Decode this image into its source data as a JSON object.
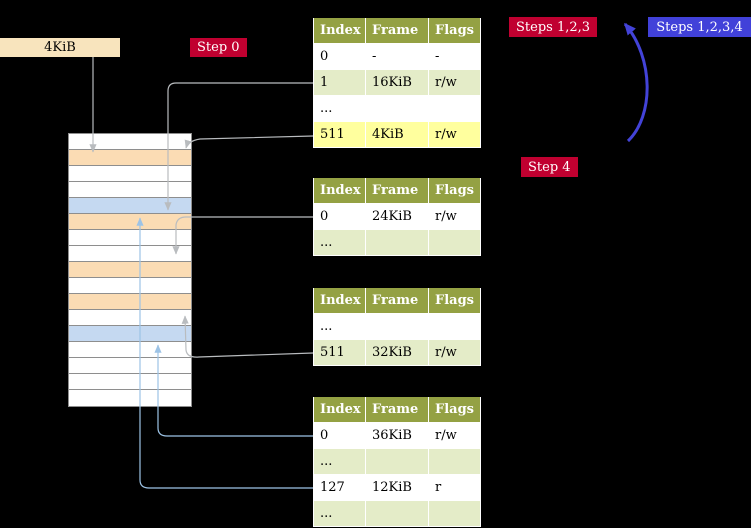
{
  "labels": {
    "frame_size": "4KiB",
    "step0": "Step 0",
    "steps123": "Steps 1,2,3",
    "steps1234": "Steps 1,2,3,4",
    "step4": "Step 4"
  },
  "colors": {
    "background": "#000000",
    "badge_crimson": "#c00030",
    "badge_blue": "#4141d9",
    "table_header_bg": "#94a143",
    "row_white": "#ffffff",
    "row_green": "#e4ecc8",
    "row_yellow": "#ffff9e",
    "memory_free": "#ffffff",
    "memory_page_table": "#fbdcb4",
    "memory_mapped_page": "#c5d9f1",
    "arrow_gray": "#b9bcbf",
    "arrow_lightblue": "#9dc3e6",
    "arrow_indigo": "#4343d8",
    "frame_label_bg": "#f8e4bd"
  },
  "tables": [
    {
      "name": "page-table-top",
      "headers": [
        "Index",
        "Frame",
        "Flags"
      ],
      "rows": [
        {
          "cells": [
            "0",
            "-",
            "-"
          ],
          "bg": "white"
        },
        {
          "cells": [
            "1",
            "16KiB",
            "r/w"
          ],
          "bg": "green"
        },
        {
          "cells": [
            "...",
            "",
            ""
          ],
          "bg": "white"
        },
        {
          "cells": [
            "511",
            "4KiB",
            "r/w"
          ],
          "bg": "yellow"
        }
      ]
    },
    {
      "name": "page-table-second",
      "headers": [
        "Index",
        "Frame",
        "Flags"
      ],
      "rows": [
        {
          "cells": [
            "0",
            "24KiB",
            "r/w"
          ],
          "bg": "white"
        },
        {
          "cells": [
            "...",
            "",
            ""
          ],
          "bg": "green"
        }
      ]
    },
    {
      "name": "page-table-third",
      "headers": [
        "Index",
        "Frame",
        "Flags"
      ],
      "rows": [
        {
          "cells": [
            "...",
            "",
            ""
          ],
          "bg": "white"
        },
        {
          "cells": [
            "511",
            "32KiB",
            "r/w"
          ],
          "bg": "green"
        }
      ]
    },
    {
      "name": "page-table-fourth",
      "headers": [
        "Index",
        "Frame",
        "Flags"
      ],
      "rows": [
        {
          "cells": [
            "0",
            "36KiB",
            "r/w"
          ],
          "bg": "white"
        },
        {
          "cells": [
            "...",
            "",
            ""
          ],
          "bg": "green"
        },
        {
          "cells": [
            "127",
            "12KiB",
            "r"
          ],
          "bg": "white"
        },
        {
          "cells": [
            "...",
            "",
            ""
          ],
          "bg": "green"
        }
      ]
    }
  ],
  "memory": {
    "rows": [
      "free",
      "page_table",
      "free",
      "free",
      "mapped_page",
      "page_table",
      "free",
      "free",
      "page_table",
      "free",
      "page_table",
      "free",
      "mapped_page",
      "free",
      "free",
      "free",
      "free"
    ]
  }
}
